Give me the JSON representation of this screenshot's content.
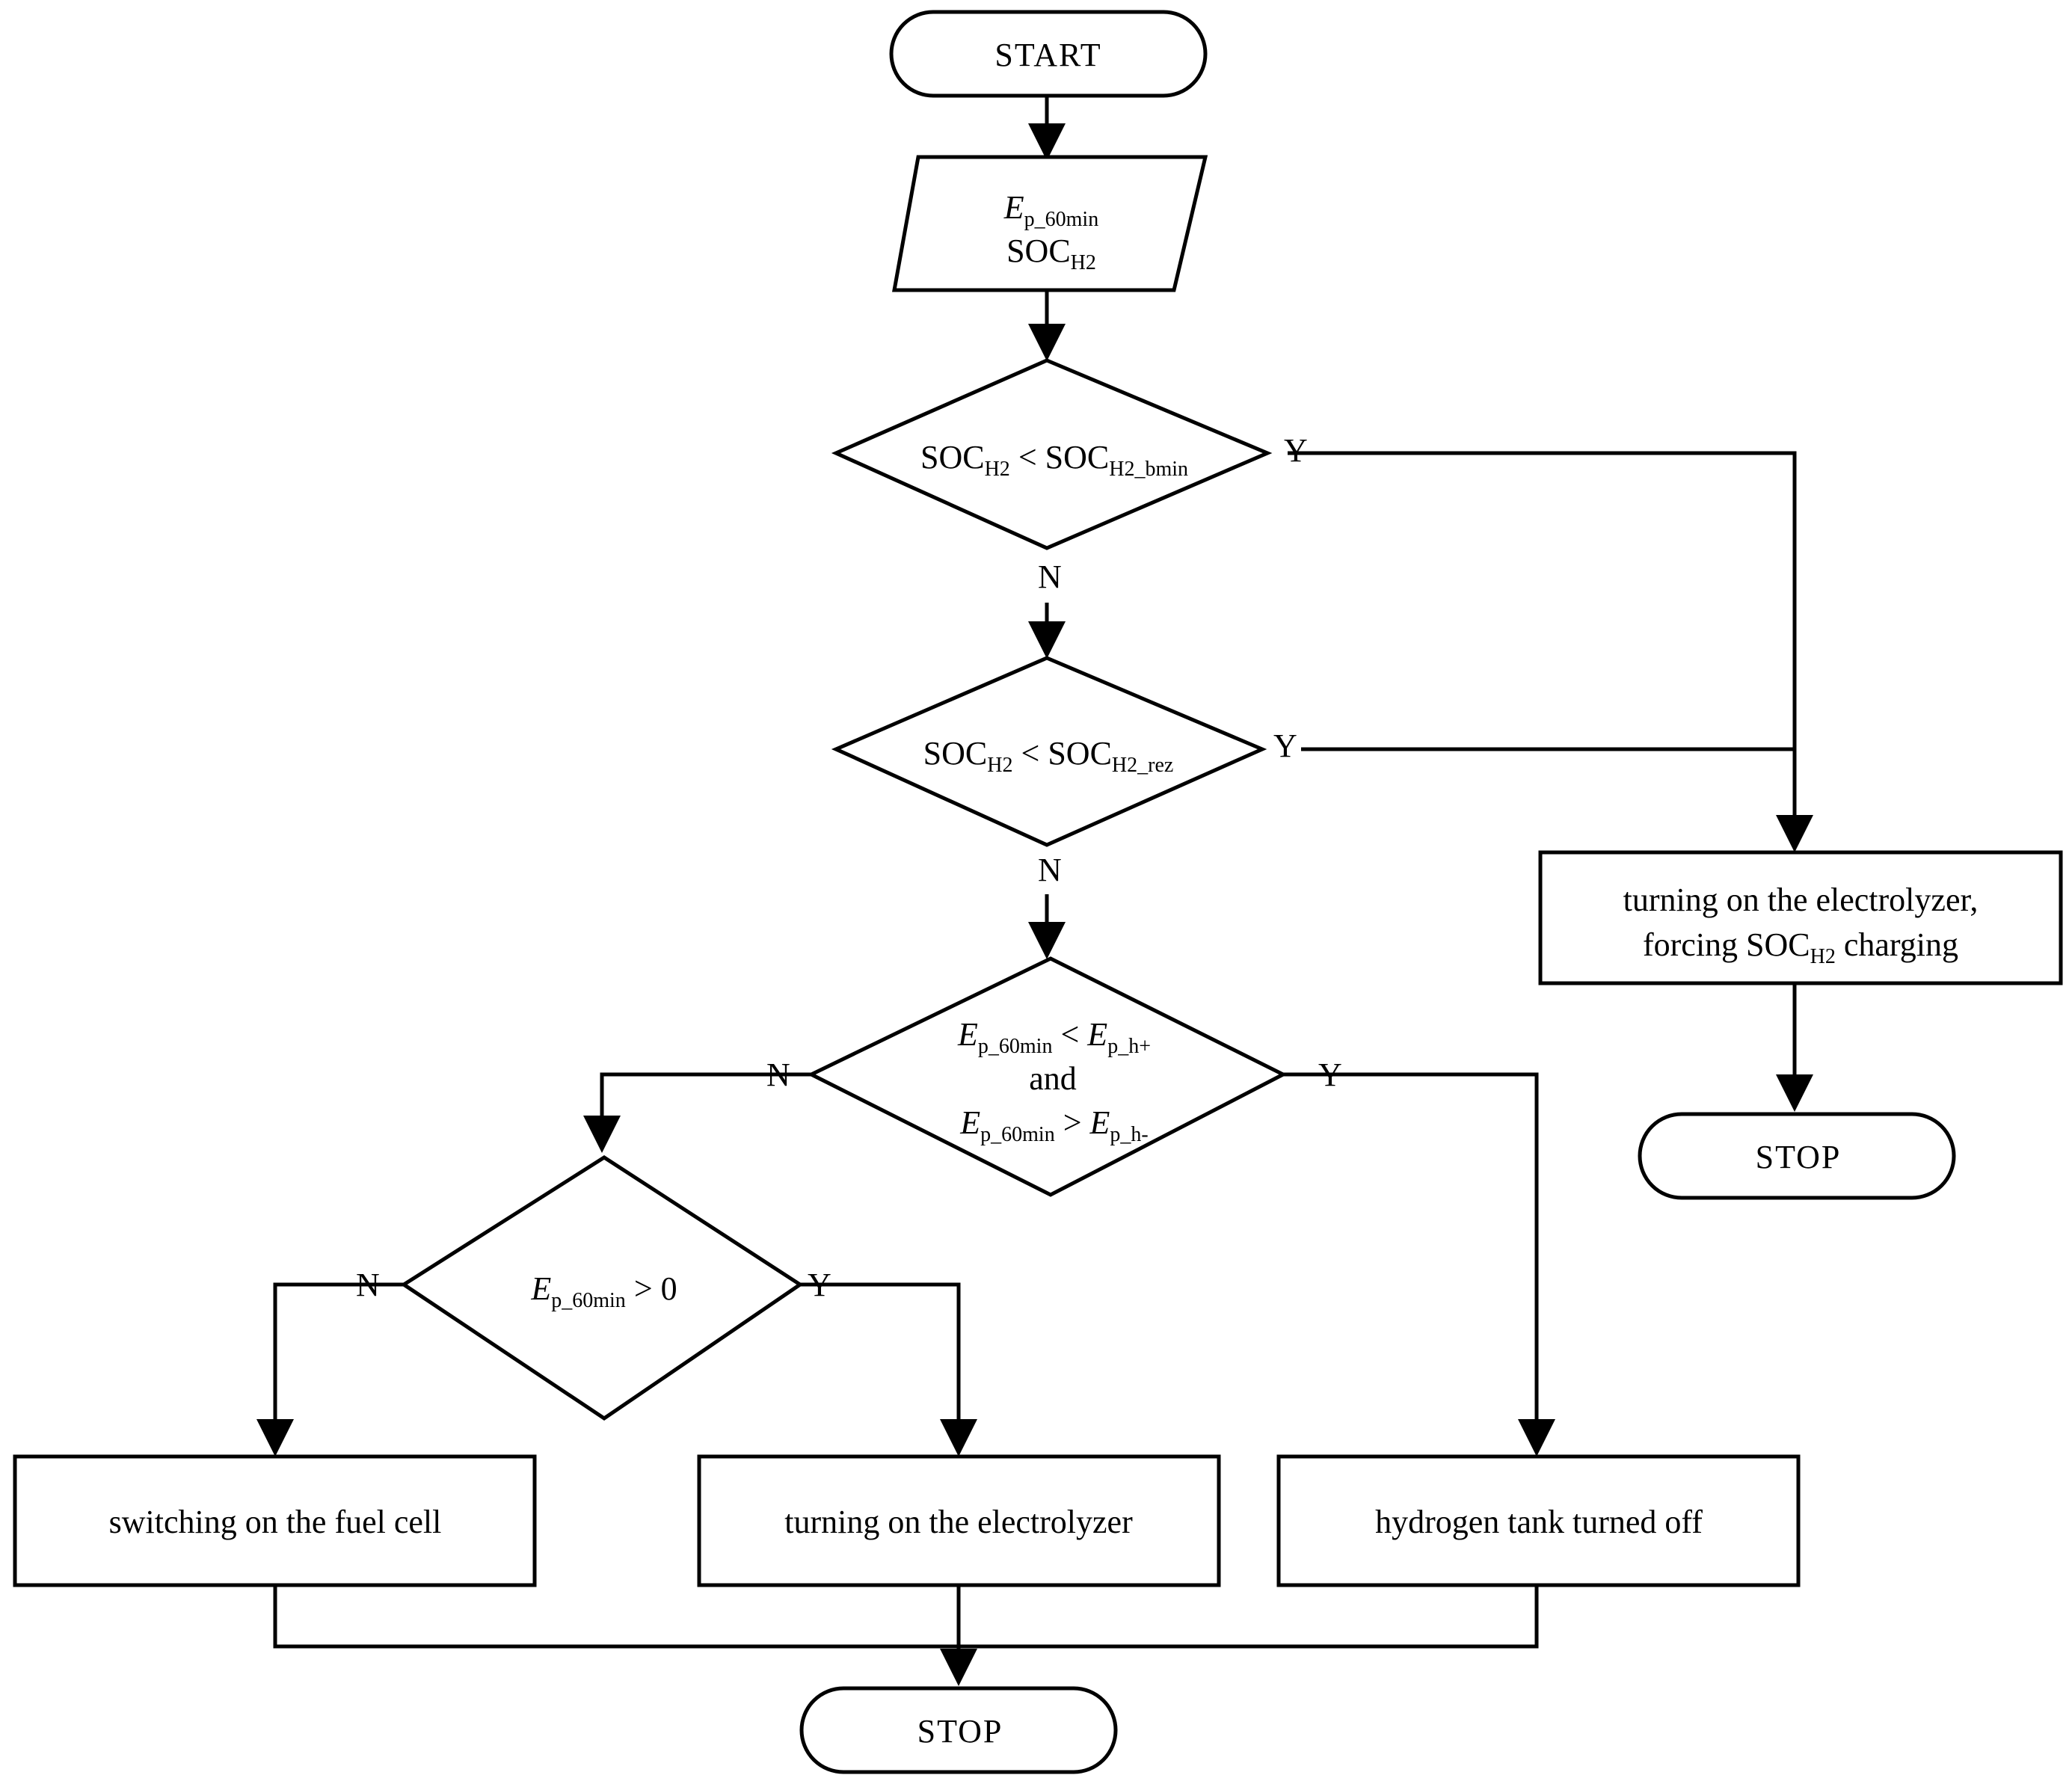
{
  "nodes": {
    "start": {
      "label": "START"
    },
    "input": {
      "line1": {
        "var": "E",
        "sub": "p_60min"
      },
      "line2": {
        "main": "SOC",
        "sub": "H2"
      }
    },
    "decision1": {
      "left": "SOC",
      "left_sub": "H2",
      "op": " < ",
      "right": "SOC",
      "right_sub": "H2_bmin"
    },
    "decision2": {
      "left": "SOC",
      "left_sub": "H2",
      "op": " < ",
      "right": "SOC",
      "right_sub": "H2_rez"
    },
    "decision3": {
      "line1": {
        "a": "E",
        "a_sub": "p_60min",
        "op": " < ",
        "b": "E",
        "b_sub": "p_h+"
      },
      "line2": "and",
      "line3": {
        "a": "E",
        "a_sub": "p_60min",
        "op": " > ",
        "b": "E",
        "b_sub": "p_h-"
      }
    },
    "decision4": {
      "var": "E",
      "sub": "p_60min",
      "rest": " > 0"
    },
    "force_charge": {
      "line1": "turning on the electrolyzer,",
      "line2_pre": "forcing SOC",
      "line2_sub": "H2",
      "line2_post": " charging"
    },
    "stop_right": {
      "label": "STOP"
    },
    "fuel_cell": {
      "label": "switching on the fuel cell"
    },
    "electrolyzer": {
      "label": "turning on the electrolyzer"
    },
    "tank_off": {
      "label": "hydrogen tank turned off"
    },
    "stop_bottom": {
      "label": "STOP"
    }
  },
  "edge_labels": {
    "d1_yes": "Y",
    "d1_no": "N",
    "d2_yes": "Y",
    "d2_no": "N",
    "d3_yes": "Y",
    "d3_no": "N",
    "d4_yes": "Y",
    "d4_no": "N"
  }
}
